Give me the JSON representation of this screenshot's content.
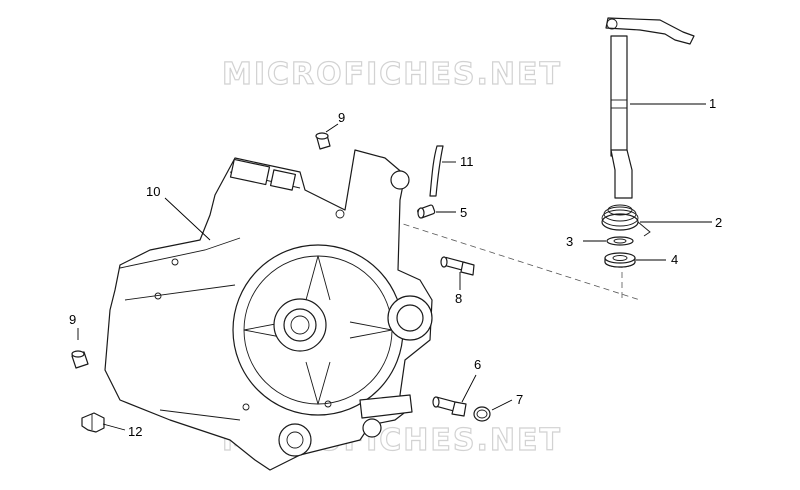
{
  "watermark": {
    "top": "MICROFICHES.NET",
    "bottom": "MICROFICHES.NET"
  },
  "callouts": [
    {
      "id": "c1",
      "label": "1"
    },
    {
      "id": "c2",
      "label": "2"
    },
    {
      "id": "c3",
      "label": "3"
    },
    {
      "id": "c4",
      "label": "4"
    },
    {
      "id": "c5",
      "label": "5"
    },
    {
      "id": "c6",
      "label": "6"
    },
    {
      "id": "c7",
      "label": "7"
    },
    {
      "id": "c8",
      "label": "8"
    },
    {
      "id": "c9a",
      "label": "9"
    },
    {
      "id": "c9b",
      "label": "9"
    },
    {
      "id": "c10",
      "label": "10"
    },
    {
      "id": "c11",
      "label": "11"
    },
    {
      "id": "c12",
      "label": "12"
    }
  ]
}
